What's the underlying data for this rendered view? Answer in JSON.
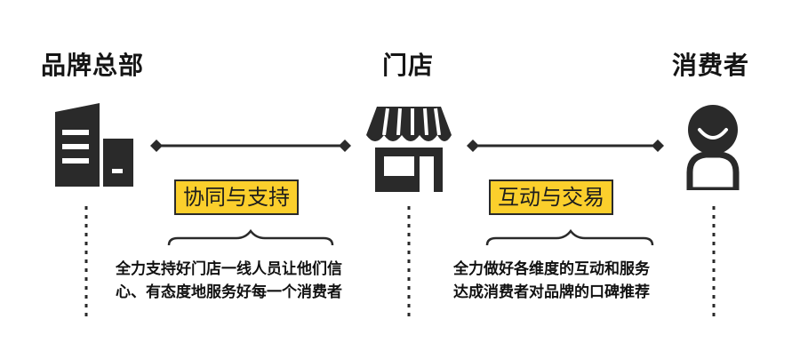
{
  "nodes": {
    "hq": {
      "label": "品牌总部"
    },
    "store": {
      "label": "门店"
    },
    "consumer": {
      "label": "消费者"
    }
  },
  "links": {
    "support": {
      "tag": "协同与支持",
      "desc_line1": "全力支持好门店一线人员让他们信",
      "desc_line2": "心、有态度地服务好每一个消费者"
    },
    "interact": {
      "tag": "互动与交易",
      "desc_line1": "全力做好各维度的互动和服务",
      "desc_line2": "达成消费者对品牌的口碑推荐"
    }
  },
  "colors": {
    "accent": "#fbcf2c",
    "ink": "#2a2a2a"
  },
  "icons": {
    "hq": "office-building-icon",
    "store": "storefront-icon",
    "consumer": "smiling-person-icon"
  }
}
